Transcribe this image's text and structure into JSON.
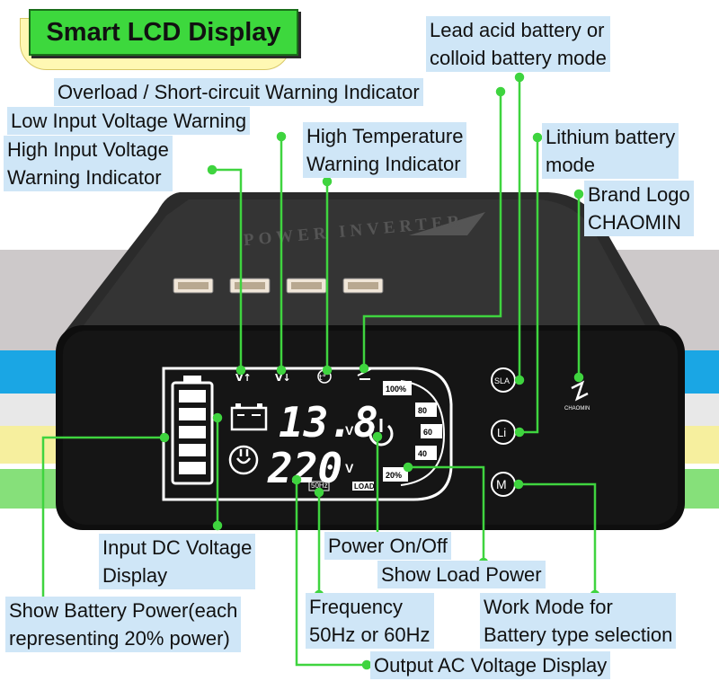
{
  "title": "Smart LCD Display",
  "device": {
    "brand_text": "POWER INVERTER",
    "logo_name": "CHAOMIN"
  },
  "lcd": {
    "dc_voltage": "13.8",
    "dc_unit": "V",
    "ac_voltage": "220",
    "ac_unit": "V",
    "frequency_tag": "50Hz",
    "load_tag": "LOAD",
    "load_levels": [
      "100%",
      "80",
      "60",
      "40",
      "20%"
    ],
    "high_input_symbol": "V↑",
    "low_input_symbol": "V↓",
    "temp_symbol": "t°",
    "battery_bars": 5
  },
  "buttons": {
    "sla": "SLA",
    "li": "Li",
    "m": "M"
  },
  "labels": {
    "lead_acid": [
      "Lead acid battery or",
      "colloid battery mode"
    ],
    "overload": "Overload / Short-circuit Warning Indicator",
    "low_input": "Low Input Voltage Warning",
    "high_temp": [
      "High Temperature",
      "Warning Indicator"
    ],
    "high_input": [
      "High Input Voltage",
      "Warning Indicator"
    ],
    "lithium": [
      "Lithium battery",
      "mode"
    ],
    "brand_logo": [
      "Brand Logo",
      "CHAOMIN"
    ],
    "input_dc": [
      "Input DC Voltage",
      "Display"
    ],
    "power_onoff": "Power On/Off",
    "show_load": "Show Load Power",
    "battery_power": [
      "Show Battery Power(each",
      "representing 20% power)"
    ],
    "frequency": [
      "Frequency",
      "50Hz or 60Hz"
    ],
    "work_mode": [
      "Work Mode for",
      "Battery type selection"
    ],
    "output_ac": "Output AC Voltage Display"
  },
  "colors": {
    "stripe_gray": "#cdc9ca",
    "stripe_blue": "#1aa6e4",
    "stripe_light": "#e8e8e8",
    "stripe_yellow": "#f6ef9e",
    "stripe_green": "#86e07a",
    "leader_green": "#3fd43f",
    "label_bg": "#cfe6f7",
    "device_body": "#111111",
    "lcd_white": "#ffffff"
  }
}
